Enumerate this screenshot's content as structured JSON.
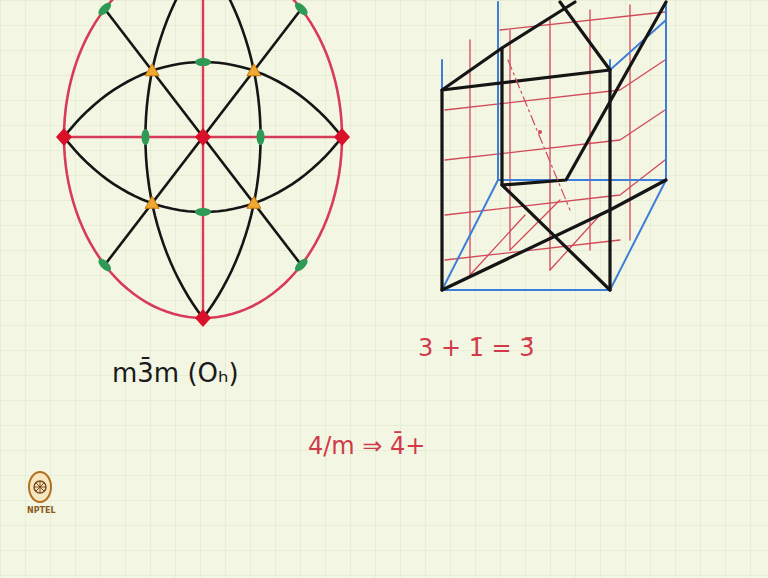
{
  "diagram": {
    "labels": [
      "m3̄m (Oₕ)",
      "3 + 1̄ = 3̄",
      "4/m ⇒ 4̄+",
      "NPTEL"
    ]
  }
}
